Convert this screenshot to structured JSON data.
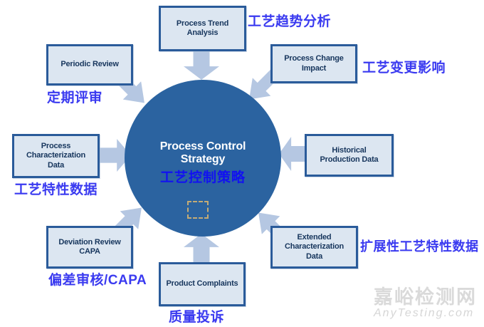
{
  "colors": {
    "circle_fill": "#2b63a0",
    "box_fill": "#dce6f1",
    "box_border": "#2a5b9a",
    "box_text": "#17365d",
    "arrow": "#b5c7e2",
    "cn_annotation": "#3a3af0",
    "center_cn_text": "#1212f0",
    "watermark_gray": "#dadada"
  },
  "center": {
    "title": "Process Control\nStrategy",
    "subtitle_cn": "工艺控制策略"
  },
  "nodes": [
    {
      "id": "process-trend-analysis",
      "label": "Process Trend\nAnalysis",
      "label_cn": "工艺趋势分析"
    },
    {
      "id": "periodic-review",
      "label": "Periodic Review",
      "label_cn": "定期评审"
    },
    {
      "id": "process-change-impact",
      "label": "Process Change\nImpact",
      "label_cn": "工艺变更影响"
    },
    {
      "id": "process-characterization-data",
      "label": "Process\nCharacterization\nData",
      "label_cn": "工艺特性数据"
    },
    {
      "id": "historical-production-data",
      "label": "Historical\nProduction Data",
      "label_cn": ""
    },
    {
      "id": "deviation-review-capa",
      "label": "Deviation Review\nCAPA",
      "label_cn": "偏差审核/CAPA"
    },
    {
      "id": "extended-characterization-data",
      "label": "Extended\nCharacterization\nData",
      "label_cn": "扩展性工艺特性数据"
    },
    {
      "id": "product-complaints",
      "label": "Product Complaints",
      "label_cn": "质量投诉"
    }
  ],
  "arrows": [
    "arrow-from-process-trend-analysis",
    "arrow-from-product-complaints",
    "arrow-from-process-characterization-data",
    "arrow-from-historical-production-data",
    "arrow-from-periodic-review",
    "arrow-from-process-change-impact",
    "arrow-from-deviation-review-capa",
    "arrow-from-extended-characterization-data"
  ],
  "watermark": {
    "cn": "嘉峪检测网",
    "en": "AnyTesting.com"
  }
}
